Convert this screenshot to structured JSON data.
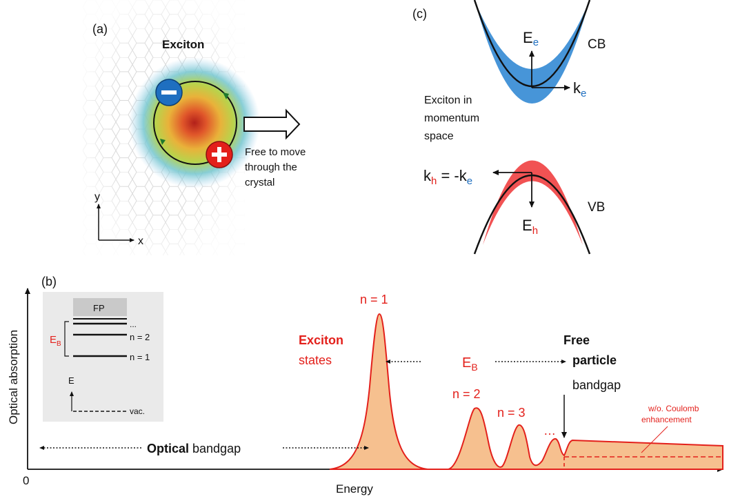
{
  "panel_a": {
    "label": "(a)",
    "title": "Exciton",
    "motion_text_1": "Free to move",
    "motion_text_2": "through the",
    "motion_text_3": "crystal",
    "axis_y": "y",
    "axis_x": "x"
  },
  "panel_c": {
    "label": "(c)",
    "e_label": "E",
    "e_sub": "e",
    "k_label": "k",
    "k_sub": "e",
    "cb_label": "CB",
    "vb_label": "VB",
    "caption_1": "Exciton in",
    "caption_2": "momentum",
    "caption_3": "space",
    "kh_main": "k",
    "kh_sub": "h",
    "kh_eq": " = -k",
    "kh_eq_sub": "e",
    "eh_main": "E",
    "eh_sub": "h"
  },
  "panel_b": {
    "label": "(b)",
    "y_axis": "Optical absorption",
    "x_axis": "Energy",
    "origin": "0",
    "peak_n1": "n = 1",
    "peak_n2": "n = 2",
    "peak_n3": "n = 3",
    "ellipsis": "…",
    "exciton_1": "Exciton",
    "exciton_2": "states",
    "eb_main": "E",
    "eb_sub": "B",
    "free_1": "Free",
    "free_2": "particle",
    "free_3": "bandgap",
    "optical_bold": "Optical",
    "optical_rest": " bandgap",
    "coulomb_1": "w/o. Coulomb",
    "coulomb_2": "enhancement",
    "inset": {
      "fp": "FP",
      "dots": "...",
      "n2": "n = 2",
      "n1": "n = 1",
      "eb_main": "E",
      "eb_sub": "B",
      "e": "E",
      "vac": "vac."
    }
  },
  "colors": {
    "red": "#e3201b",
    "blue": "#1f6fc0",
    "cb_fill": "#3d8fd6",
    "vb_fill": "#f0494a",
    "peak_fill": "#f6c08f",
    "inset_bg": "#eaeaea"
  },
  "icons": [
    "electron-minus-icon",
    "hole-plus-icon",
    "motion-arrow-icon"
  ]
}
